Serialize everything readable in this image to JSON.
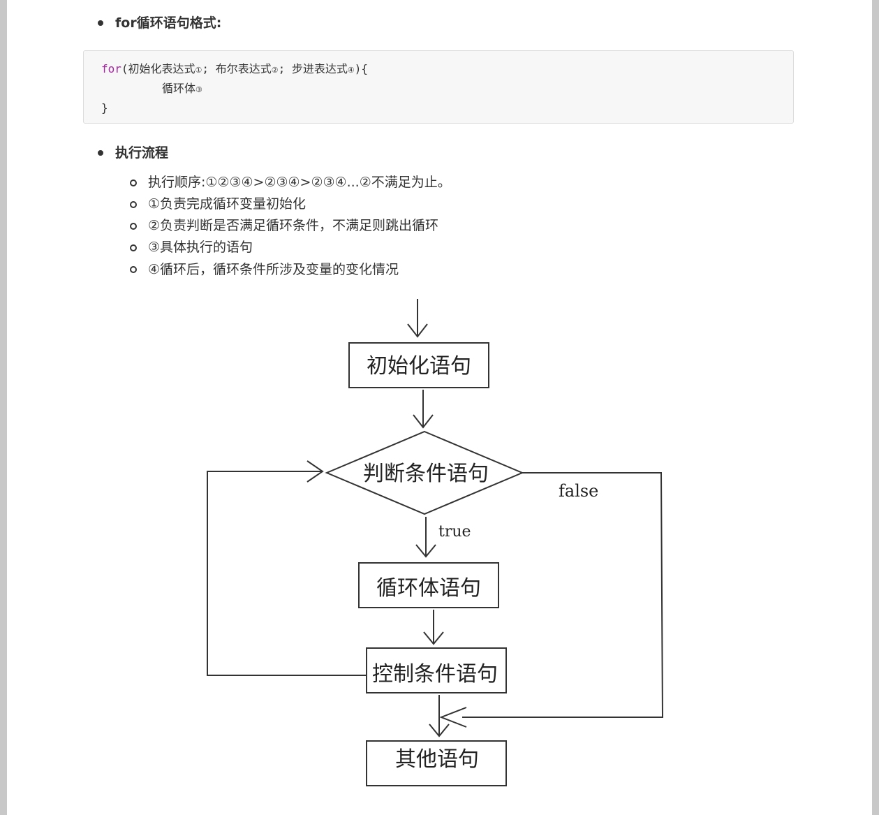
{
  "format_heading": "for循环语句格式:",
  "code": {
    "keyword": "for",
    "line1_rest": "(初始化表达式",
    "mark1": "①",
    "sep1": "; 布尔表达式",
    "mark2": "②",
    "sep2": "; 步进表达式",
    "mark4": "④",
    "line1_end": "){",
    "body": "循环体",
    "mark3": "③",
    "close": "}"
  },
  "flow_heading": "执行流程",
  "flow_items": [
    "执行顺序:①②③④>②③④>②③④...②不满足为止。",
    "①负责完成循环变量初始化",
    "②负责判断是否满足循环条件，不满足则跳出循环",
    "③具体执行的语句",
    "④循环后，循环条件所涉及变量的变化情况"
  ],
  "diagram": {
    "init": "初始化语句",
    "condition": "判断条件语句",
    "false_label": "false",
    "true_label": "true",
    "body": "循环体语句",
    "control": "控制条件语句",
    "other": "其他语句"
  }
}
